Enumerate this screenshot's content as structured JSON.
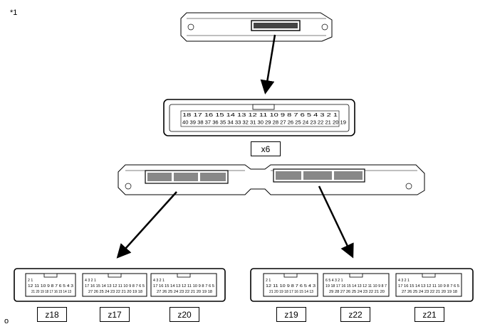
{
  "corner_marks": {
    "top_left": "*1",
    "bottom_left": "o"
  },
  "connector_x6": {
    "label": "x6",
    "row1_pins": [
      "18",
      "17",
      "16",
      "15",
      "14",
      "13",
      "12",
      "11",
      "10",
      "9",
      "8",
      "7",
      "6",
      "5",
      "4",
      "3",
      "2",
      "1"
    ],
    "row2_pins": [
      "40",
      "39",
      "38",
      "37",
      "36",
      "35",
      "34",
      "33",
      "32",
      "31",
      "30",
      "29",
      "28",
      "27",
      "26",
      "25",
      "24",
      "23",
      "22",
      "21",
      "20",
      "19"
    ]
  },
  "left_group": {
    "connectors": [
      {
        "label": "z18",
        "top_pins": [
          "2",
          "1"
        ],
        "row1_pins": [
          "12",
          "11",
          "10",
          "9",
          "8",
          "7",
          "6",
          "5",
          "4",
          "3"
        ],
        "row2_pins": [
          "21",
          "20",
          "19",
          "18",
          "17",
          "16",
          "15",
          "14",
          "13"
        ]
      },
      {
        "label": "z17",
        "top_pins": [
          "4",
          "3",
          "2",
          "1"
        ],
        "row1_pins": [
          "17",
          "16",
          "15",
          "14",
          "13",
          "12",
          "11",
          "10",
          "9",
          "8",
          "7",
          "6",
          "5"
        ],
        "row2_pins": [
          "27",
          "26",
          "25",
          "24",
          "23",
          "22",
          "21",
          "20",
          "19",
          "18"
        ]
      },
      {
        "label": "z20",
        "top_pins": [
          "4",
          "3",
          "2",
          "1"
        ],
        "row1_pins": [
          "17",
          "16",
          "15",
          "14",
          "13",
          "12",
          "11",
          "10",
          "9",
          "8",
          "7",
          "6",
          "5"
        ],
        "row2_pins": [
          "27",
          "26",
          "25",
          "24",
          "23",
          "22",
          "21",
          "20",
          "19",
          "18"
        ]
      }
    ]
  },
  "right_group": {
    "connectors": [
      {
        "label": "z19",
        "top_pins": [
          "2",
          "1"
        ],
        "row1_pins": [
          "12",
          "11",
          "10",
          "9",
          "8",
          "7",
          "6",
          "5",
          "4",
          "3"
        ],
        "row2_pins": [
          "21",
          "20",
          "19",
          "18",
          "17",
          "16",
          "15",
          "14",
          "13"
        ]
      },
      {
        "label": "z22",
        "top_pins": [
          "6",
          "5",
          "4",
          "3",
          "2",
          "1"
        ],
        "row1_pins": [
          "19",
          "18",
          "17",
          "16",
          "15",
          "14",
          "13",
          "12",
          "11",
          "10",
          "9",
          "8",
          "7"
        ],
        "row2_pins": [
          "29",
          "28",
          "27",
          "26",
          "25",
          "24",
          "23",
          "22",
          "21",
          "20"
        ]
      },
      {
        "label": "z21",
        "top_pins": [
          "4",
          "3",
          "2",
          "1"
        ],
        "row1_pins": [
          "17",
          "16",
          "15",
          "14",
          "13",
          "12",
          "11",
          "10",
          "9",
          "8",
          "7",
          "6",
          "5"
        ],
        "row2_pins": [
          "27",
          "26",
          "25",
          "24",
          "23",
          "22",
          "21",
          "20",
          "19",
          "18"
        ]
      }
    ]
  }
}
